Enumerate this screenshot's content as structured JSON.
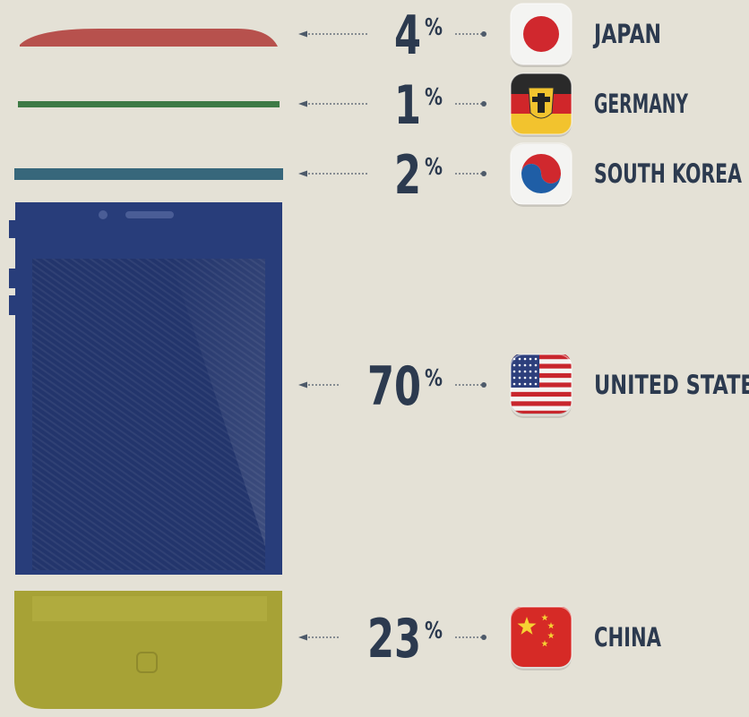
{
  "chart_data": {
    "type": "bar",
    "categories": [
      "JAPAN",
      "GERMANY",
      "SOUTH KOREA",
      "UNITED STATES",
      "CHINA"
    ],
    "values": [
      4,
      1,
      2,
      70,
      23
    ],
    "value_suffix": "%",
    "colors": [
      "#b7514d",
      "#3d7a45",
      "#37677b",
      "#283d7a",
      "#a7a236"
    ],
    "flags": [
      "japan-flag-icon",
      "germany-flag-icon",
      "south-korea-flag-icon",
      "united-states-flag-icon",
      "china-flag-icon"
    ],
    "layout": "stacked-vertical-iphone-sections"
  }
}
